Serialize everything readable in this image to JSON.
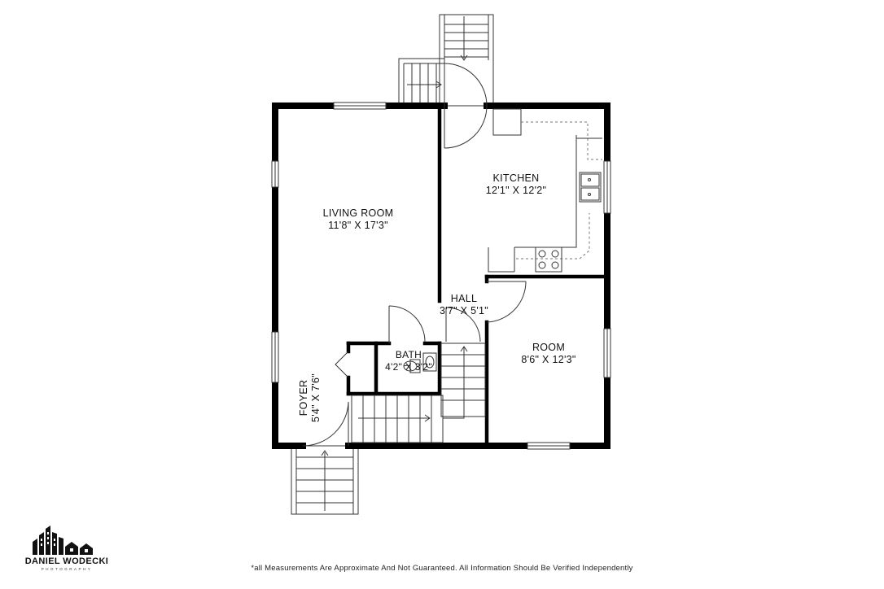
{
  "rooms": {
    "living_room": {
      "name": "LIVING ROOM",
      "dims": "11'8\" X 17'3\""
    },
    "kitchen": {
      "name": "KITCHEN",
      "dims": "12'1\" X 12'2\""
    },
    "hall": {
      "name": "HALL",
      "dims": "3'7\" X 5'1\""
    },
    "bath": {
      "name": "BATH",
      "dims": "4'2\" X 3'2\""
    },
    "room": {
      "name": "ROOM",
      "dims": "8'6\" X 12'3\""
    },
    "foyer": {
      "name": "FOYER",
      "dims": "5'4\" X 7'6\""
    }
  },
  "disclaimer": "*all Measurements Are Approximate And Not Guaranteed. All Information Should Be Verified Independently",
  "branding": {
    "name": "DANIEL WODECKI",
    "subtitle": "PHOTOGRAPHY"
  },
  "colors": {
    "wall": "#000000",
    "line": "#333333",
    "dashed": "#777777"
  }
}
